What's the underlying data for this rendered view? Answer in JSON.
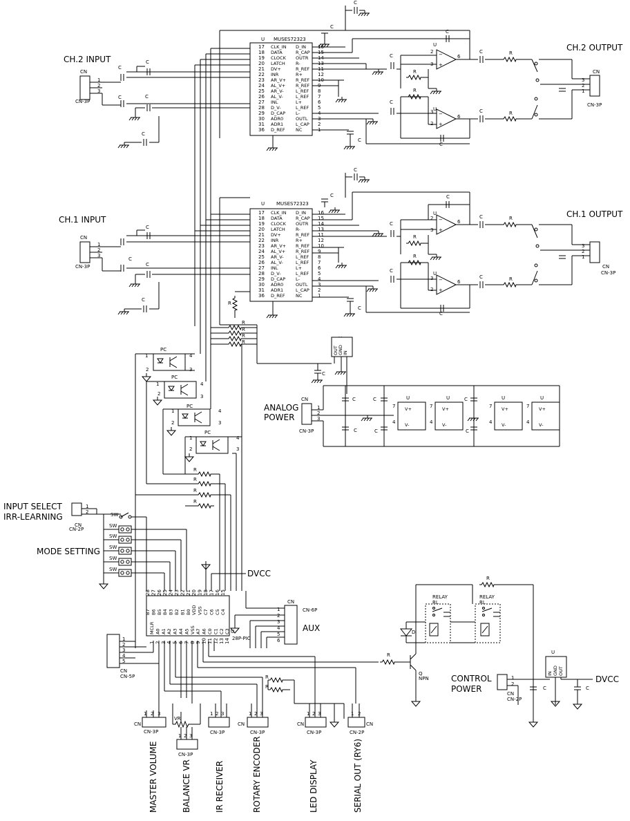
{
  "labels": {
    "ch2_input": "CH.2 INPUT",
    "ch2_output": "CH.2 OUTPUT",
    "ch1_input": "CH.1 INPUT",
    "ch1_output": "CH.1 OUTPUT",
    "analog_power": "ANALOG\nPOWER",
    "input_select": "INPUT SELECT",
    "irr_learning": "IRR-LEARNING",
    "mode_setting": "MODE SETTING",
    "dvcc_top": "DVCC",
    "dvcc_bottom": "DVCC",
    "aux": "AUX",
    "control_power": "CONTROL\nPOWER",
    "relay": "RELAY",
    "npn": "NPN",
    "master_volume": "MASTER VOLUME",
    "balance_vr": "BALANCE VR",
    "ir_receiver": "IR RECEIVER",
    "rotary_encoder": "ROTARY ENCODER",
    "led_display": "LED DISPLAY",
    "serial_out": "SERIAL OUT (RY6)"
  },
  "parts": {
    "muses": "MUSES72323",
    "pic": "28P-PIC",
    "cn": "CN",
    "cn3p": "CN-3P",
    "cn2p": "CN-2P",
    "cn5p": "CN-5P",
    "cn6p": "CN-6P",
    "u": "U",
    "c": "C",
    "r": "R",
    "pc": "PC",
    "sw": "SW",
    "vr": "VR",
    "q": "Q",
    "d": "D"
  },
  "muses_pins_left": [
    {
      "n": "17",
      "name": "CLK_IN"
    },
    {
      "n": "18",
      "name": "DATA"
    },
    {
      "n": "19",
      "name": "CLOCK"
    },
    {
      "n": "20",
      "name": "LATCH"
    },
    {
      "n": "21",
      "name": "DV+"
    },
    {
      "n": "22",
      "name": "INR"
    },
    {
      "n": "23",
      "name": "AR_V+"
    },
    {
      "n": "24",
      "name": "AL_V+"
    },
    {
      "n": "25",
      "name": "AR_V-"
    },
    {
      "n": "26",
      "name": "AL_V-"
    },
    {
      "n": "27",
      "name": "INL"
    },
    {
      "n": "28",
      "name": "D_V-"
    },
    {
      "n": "29",
      "name": "D_CAP"
    },
    {
      "n": "30",
      "name": "ADR0"
    },
    {
      "n": "31",
      "name": "ADR1"
    },
    {
      "n": "36",
      "name": "D_REF"
    }
  ],
  "muses_pins_right": [
    {
      "n": "16",
      "name": "D_IN"
    },
    {
      "n": "15",
      "name": "R_CAP"
    },
    {
      "n": "14",
      "name": "OUTR"
    },
    {
      "n": "13",
      "name": "R-"
    },
    {
      "n": "11",
      "name": "R_REF"
    },
    {
      "n": "12",
      "name": "R+"
    },
    {
      "n": "10",
      "name": "R_REF"
    },
    {
      "n": "9",
      "name": "R_REF"
    },
    {
      "n": "8",
      "name": "L_REF"
    },
    {
      "n": "7",
      "name": "L_REF"
    },
    {
      "n": "6",
      "name": "L+"
    },
    {
      "n": "5",
      "name": "L_REF"
    },
    {
      "n": "4",
      "name": "L-"
    },
    {
      "n": "3",
      "name": "OUTL"
    },
    {
      "n": "2",
      "name": "L_CAP"
    },
    {
      "n": "1",
      "name": "NC"
    }
  ],
  "pic_pins_top": [
    {
      "n": "28",
      "name": "B7"
    },
    {
      "n": "27",
      "name": "B6"
    },
    {
      "n": "26",
      "name": "B5"
    },
    {
      "n": "25",
      "name": "B4"
    },
    {
      "n": "24",
      "name": "B3"
    },
    {
      "n": "23",
      "name": "B2"
    },
    {
      "n": "22",
      "name": "B1"
    },
    {
      "n": "21",
      "name": "B0"
    },
    {
      "n": "20",
      "name": "VDD"
    },
    {
      "n": "19",
      "name": "VSS"
    },
    {
      "n": "18",
      "name": "C7"
    },
    {
      "n": "17",
      "name": "C6"
    },
    {
      "n": "16",
      "name": "C5"
    },
    {
      "n": "15",
      "name": "C4"
    }
  ],
  "pic_pins_bottom": [
    {
      "n": "1",
      "name": "MCLR"
    },
    {
      "n": "2",
      "name": "A0"
    },
    {
      "n": "3",
      "name": "A1"
    },
    {
      "n": "4",
      "name": "A2"
    },
    {
      "n": "5",
      "name": "A3"
    },
    {
      "n": "6",
      "name": "A4"
    },
    {
      "n": "7",
      "name": "A5"
    },
    {
      "n": "8",
      "name": "VSS"
    },
    {
      "n": "9",
      "name": "A7"
    },
    {
      "n": "10",
      "name": "A6"
    },
    {
      "n": "11",
      "name": "C0"
    },
    {
      "n": "12",
      "name": "C1"
    },
    {
      "n": "13",
      "name": "C2"
    },
    {
      "n": "14",
      "name": "C3"
    }
  ],
  "reg_pins": {
    "out": "OUT",
    "gnd": "GND",
    "in": "IN"
  },
  "opamp_pins": {
    "vp": "V+",
    "vm": "V-"
  },
  "relay_rl": "RL"
}
